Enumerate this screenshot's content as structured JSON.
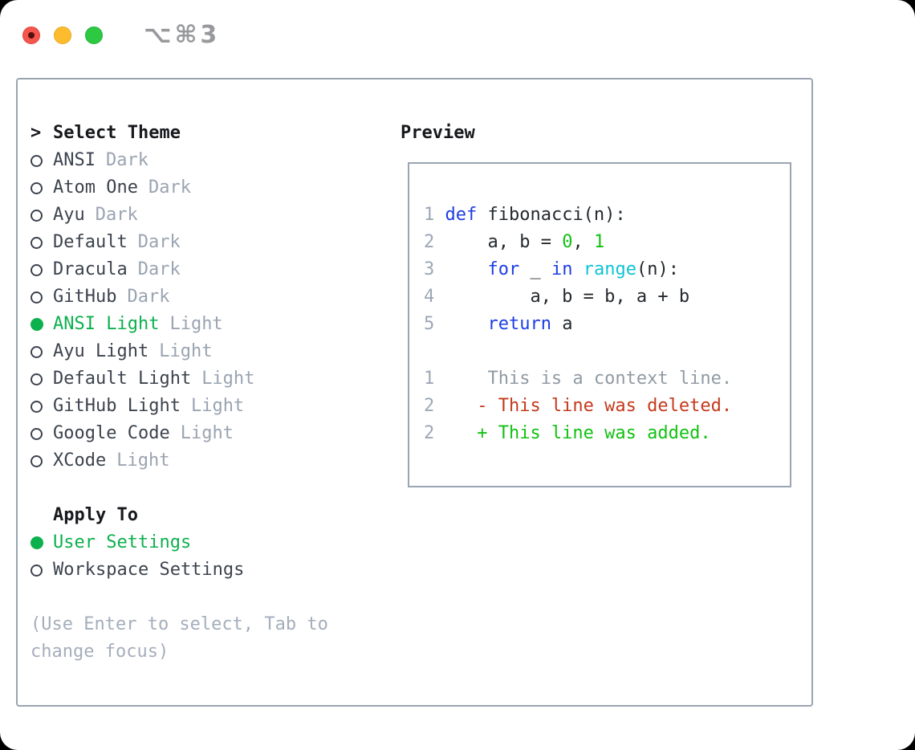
{
  "window": {
    "title": "⌥⌘3"
  },
  "titlebar": {
    "buttons": [
      "close",
      "minimize",
      "zoom"
    ]
  },
  "theme_selector": {
    "header_prefix": ">",
    "header": "Select Theme",
    "themes": [
      {
        "name": "ANSI",
        "tag": "Dark",
        "selected": false
      },
      {
        "name": "Atom One",
        "tag": "Dark",
        "selected": false
      },
      {
        "name": "Ayu",
        "tag": "Dark",
        "selected": false
      },
      {
        "name": "Default",
        "tag": "Dark",
        "selected": false
      },
      {
        "name": "Dracula",
        "tag": "Dark",
        "selected": false
      },
      {
        "name": "GitHub",
        "tag": "Dark",
        "selected": false
      },
      {
        "name": "ANSI Light",
        "tag": "Light",
        "selected": true
      },
      {
        "name": "Ayu Light",
        "tag": "Light",
        "selected": false
      },
      {
        "name": "Default Light",
        "tag": "Light",
        "selected": false
      },
      {
        "name": "GitHub Light",
        "tag": "Light",
        "selected": false
      },
      {
        "name": "Google Code",
        "tag": "Light",
        "selected": false
      },
      {
        "name": "XCode",
        "tag": "Light",
        "selected": false
      }
    ],
    "apply_to": {
      "header": "Apply To",
      "options": [
        {
          "label": "User Settings",
          "selected": true
        },
        {
          "label": "Workspace Settings",
          "selected": false
        }
      ]
    },
    "help_text": "(Use Enter to select, Tab to change focus)"
  },
  "preview": {
    "header": "Preview",
    "lines": [
      {
        "kind": "code",
        "num": "1",
        "tokens": [
          {
            "t": "def",
            "c": "kw"
          },
          {
            "t": " fibonacci(n):",
            "c": "plain"
          }
        ]
      },
      {
        "kind": "code",
        "num": "2",
        "tokens": [
          {
            "t": "    a, b = ",
            "c": "plain"
          },
          {
            "t": "0",
            "c": "num"
          },
          {
            "t": ", ",
            "c": "plain"
          },
          {
            "t": "1",
            "c": "num"
          }
        ]
      },
      {
        "kind": "code",
        "num": "3",
        "tokens": [
          {
            "t": "    ",
            "c": "plain"
          },
          {
            "t": "for",
            "c": "kw"
          },
          {
            "t": " _ ",
            "c": "plain"
          },
          {
            "t": "in",
            "c": "kw"
          },
          {
            "t": " ",
            "c": "plain"
          },
          {
            "t": "range",
            "c": "fn"
          },
          {
            "t": "(n):",
            "c": "plain"
          }
        ]
      },
      {
        "kind": "code",
        "num": "4",
        "tokens": [
          {
            "t": "        a, b = b, a + b",
            "c": "plain"
          }
        ]
      },
      {
        "kind": "code",
        "num": "5",
        "tokens": [
          {
            "t": "    ",
            "c": "plain"
          },
          {
            "t": "return",
            "c": "kw"
          },
          {
            "t": " a",
            "c": "plain"
          }
        ]
      },
      {
        "kind": "blank",
        "num": "",
        "tokens": []
      },
      {
        "kind": "context",
        "num": "1",
        "tokens": [
          {
            "t": "    This is a context line.",
            "c": "ctx"
          }
        ]
      },
      {
        "kind": "deleted",
        "num": "2",
        "tokens": [
          {
            "t": "   - This line was deleted.",
            "c": "del"
          }
        ]
      },
      {
        "kind": "added",
        "num": "2",
        "tokens": [
          {
            "t": "   + This line was added.",
            "c": "add"
          }
        ]
      }
    ]
  },
  "colors": {
    "accent_green": "#0cb04d",
    "keyword_blue": "#1d3de2",
    "builtin_cyan": "#0fc3d6",
    "number_green": "#12c112",
    "added_green": "#12c112",
    "deleted_red": "#c43a1d",
    "context_gray": "#909aa4",
    "line_number_gray": "#9ca7b6",
    "muted_gray": "#9aa4b2",
    "text_dark": "#3c434e",
    "header_black": "#17191d",
    "code_plain": "#24292e",
    "border_gray": "#9aa4b2",
    "traffic_red": "#f4564e",
    "traffic_yellow": "#fcbc2d",
    "traffic_green": "#2ec943"
  }
}
